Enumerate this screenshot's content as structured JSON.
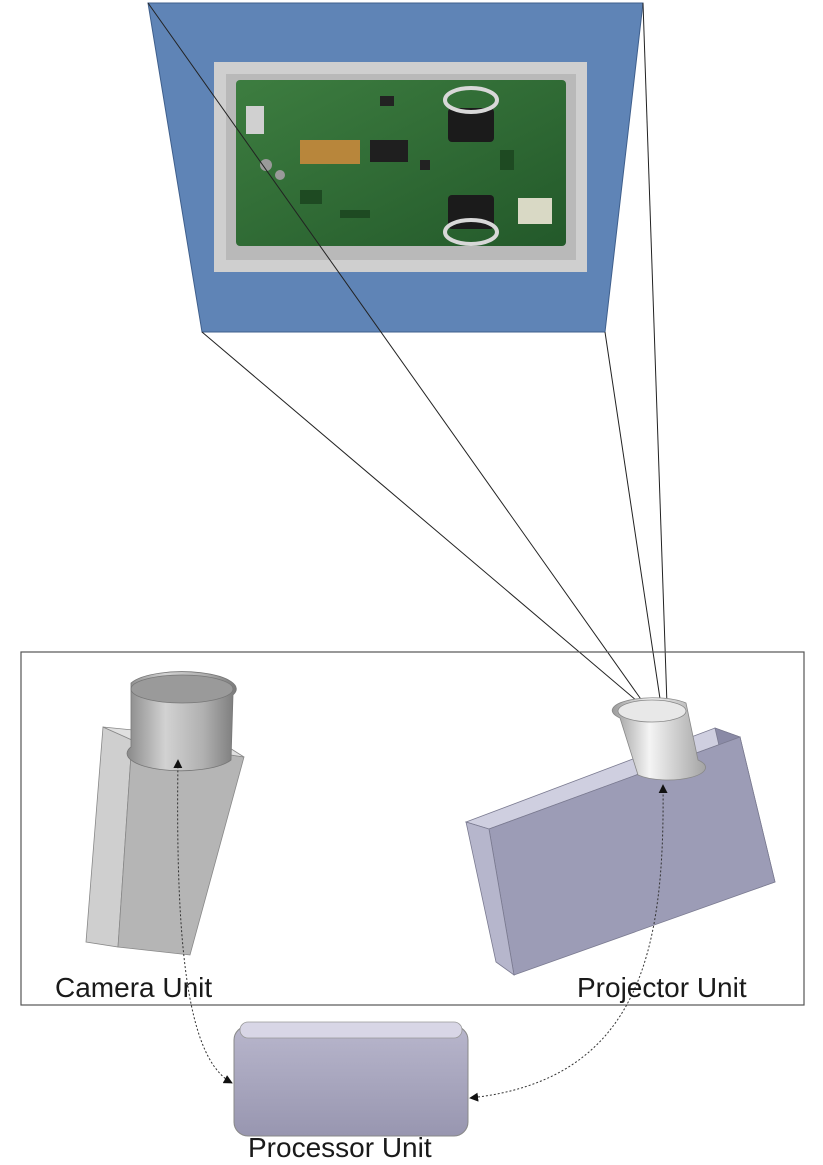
{
  "labels": {
    "camera": "Camera Unit",
    "projector": "Projector Unit",
    "processor": "Processor Unit"
  },
  "colors": {
    "screen": "#5f84b6",
    "pcb": "#2f6f34",
    "projector_body": "#9c9cb6",
    "camera_body": "#bdbdbd",
    "processor_body": "#a8a6bf",
    "frame": "#555555"
  },
  "icons": [
    "camera-icon",
    "projector-icon",
    "processor-icon",
    "circuit-board-icon",
    "arrow-icon"
  ]
}
